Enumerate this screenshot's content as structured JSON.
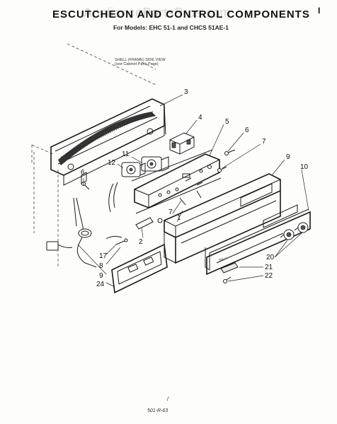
{
  "document": {
    "title": "ESCUTCHEON AND CONTROL COMPONENTS",
    "subtitle": "For Models: EHC 51-1 and CHCS 51AE-1",
    "watermark": "AppliancePartsPros.com",
    "note_line1": "SHELL (FRAME) SIDE VIEW",
    "note_line2": "(see Cabinet Parts Page)",
    "corner_mark": "I",
    "footer_mark": "/",
    "footer_code": "501-R-63"
  },
  "callouts": {
    "c3": "3",
    "c4": "4",
    "c5": "5",
    "c6": "6",
    "c7a": "7",
    "c9a": "9",
    "c10": "10",
    "c11": "11",
    "c12": "12",
    "c6b": "6",
    "c7b": "7",
    "c1": "1",
    "c2": "2",
    "c17": "17",
    "c8": "8",
    "c9b": "9",
    "c24": "24",
    "c20": "20",
    "c21": "21",
    "c22": "22"
  },
  "colors": {
    "ink": "#1a1a1a",
    "paper": "#fdfdfb",
    "watermark": "#c8c8c8"
  }
}
